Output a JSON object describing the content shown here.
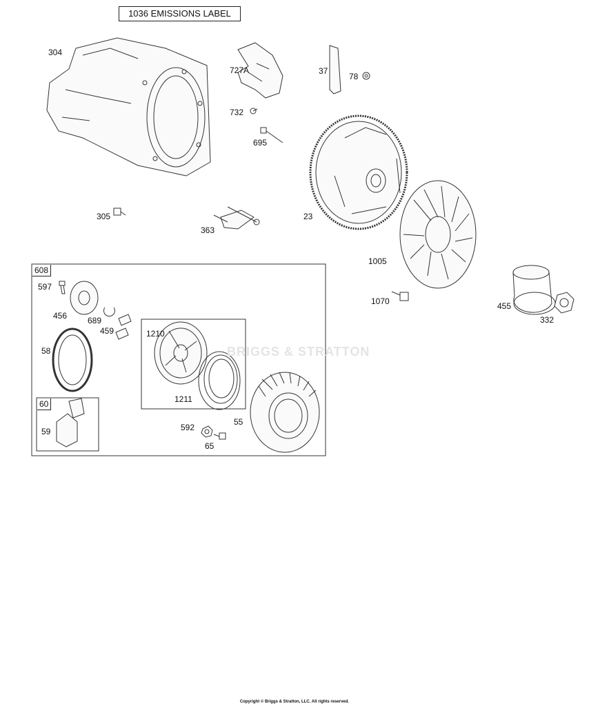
{
  "title": "1036 EMISSIONS LABEL",
  "watermark": "BRIGGS & STRATTON",
  "copyright": "Copyright © Briggs & Stratton, LLC. All rights reserved.",
  "parts": {
    "p304": "304",
    "p727A": "727A",
    "p37": "37",
    "p78": "78",
    "p732": "732",
    "p695": "695",
    "p23": "23",
    "p305": "305",
    "p363": "363",
    "p1005": "1005",
    "p1070": "1070",
    "p455": "455",
    "p332": "332"
  },
  "kit": {
    "tag": "608",
    "p597": "597",
    "p456": "456",
    "p689": "689",
    "p459": "459",
    "p58": "58",
    "p1210": "1210",
    "p1211": "1211",
    "p592": "592",
    "p55": "55",
    "p65": "65",
    "sub": {
      "tag": "60",
      "p59": "59"
    }
  }
}
